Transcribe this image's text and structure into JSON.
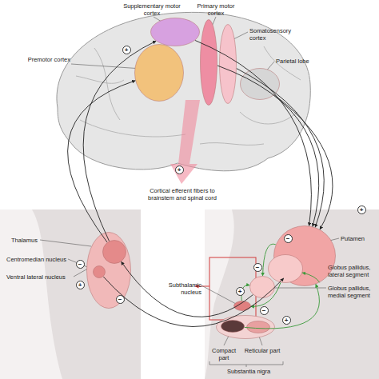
{
  "diagram": {
    "nodes": [
      {
        "text": [
          "Supplementary motor cortex"
        ]
      },
      {
        "text": [
          "Primary motor cortex"
        ]
      },
      {
        "text": [
          "Premotor cortex"
        ]
      },
      {
        "text": [
          "Somatosensory cortex"
        ]
      },
      {
        "text": [
          "Parietal lobe"
        ]
      },
      {
        "text": [
          "Thalamus"
        ]
      },
      {
        "text": [
          "Centromedian nucleus"
        ],
        "in": 5
      },
      {
        "text": [
          "Ventral lateral nucleus"
        ],
        "in": 5
      },
      {
        "text": [
          "Putamen"
        ]
      },
      {
        "text": [
          "Globus pallidus, lateral segment"
        ]
      },
      {
        "text": [
          "Globus pallidus, medial segment"
        ]
      },
      {
        "text": [
          "Subthalamic nucleus"
        ]
      },
      {
        "text": [
          "Substantia nigra"
        ]
      },
      {
        "text": [
          "Compact part"
        ],
        "in": 12
      },
      {
        "text": [
          "Reticular part"
        ],
        "in": 12
      }
    ],
    "edges": [
      {
        "from": 1,
        "to": 8,
        "arrow": "to"
      },
      {
        "from": 3,
        "to": 8,
        "arrow": "to"
      },
      {
        "from": 4,
        "to": 8,
        "arrow": "to"
      },
      {
        "from": 0,
        "to": 8,
        "arrow": "to"
      },
      {
        "from": 7,
        "to": 2,
        "arrow": "to"
      },
      {
        "from": 7,
        "to": 0,
        "arrow": "to"
      },
      {
        "from": 8,
        "to": 9,
        "arrow": "to"
      },
      {
        "from": 8,
        "to": 10,
        "arrow": "to"
      },
      {
        "from": 9,
        "to": 11,
        "arrow": "to"
      },
      {
        "from": 11,
        "to": 10,
        "arrow": "to"
      },
      {
        "from": 10,
        "to": 7,
        "arrow": "to"
      },
      {
        "from": 6,
        "to": 8,
        "arrow": "to"
      },
      {
        "from": 13,
        "to": 8,
        "arrow": "to"
      }
    ],
    "labels": [
      "+",
      "+",
      "Cortical efferent fibers to brainstem and spinal cord",
      "+",
      "−",
      "+",
      "−",
      "−",
      "−",
      "+",
      "−",
      "+"
    ]
  }
}
